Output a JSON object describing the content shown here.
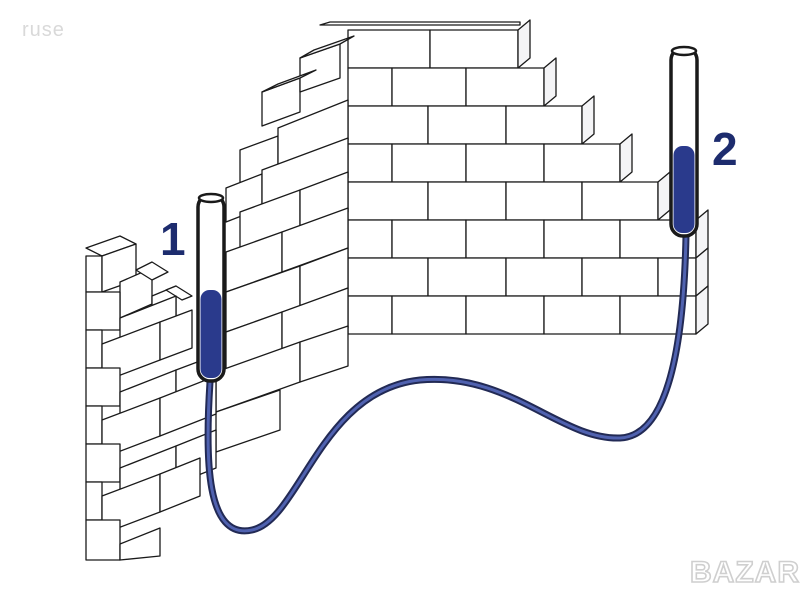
{
  "labels": {
    "tube_1": "1",
    "tube_2": "2"
  },
  "watermark": {
    "top_left": "ruse",
    "bottom_right": "BAZAR"
  },
  "colors": {
    "water": "#2a3a8c",
    "hose": "#3b4a8f",
    "outline": "#1a1a1a",
    "label": "#1d2c6e"
  }
}
